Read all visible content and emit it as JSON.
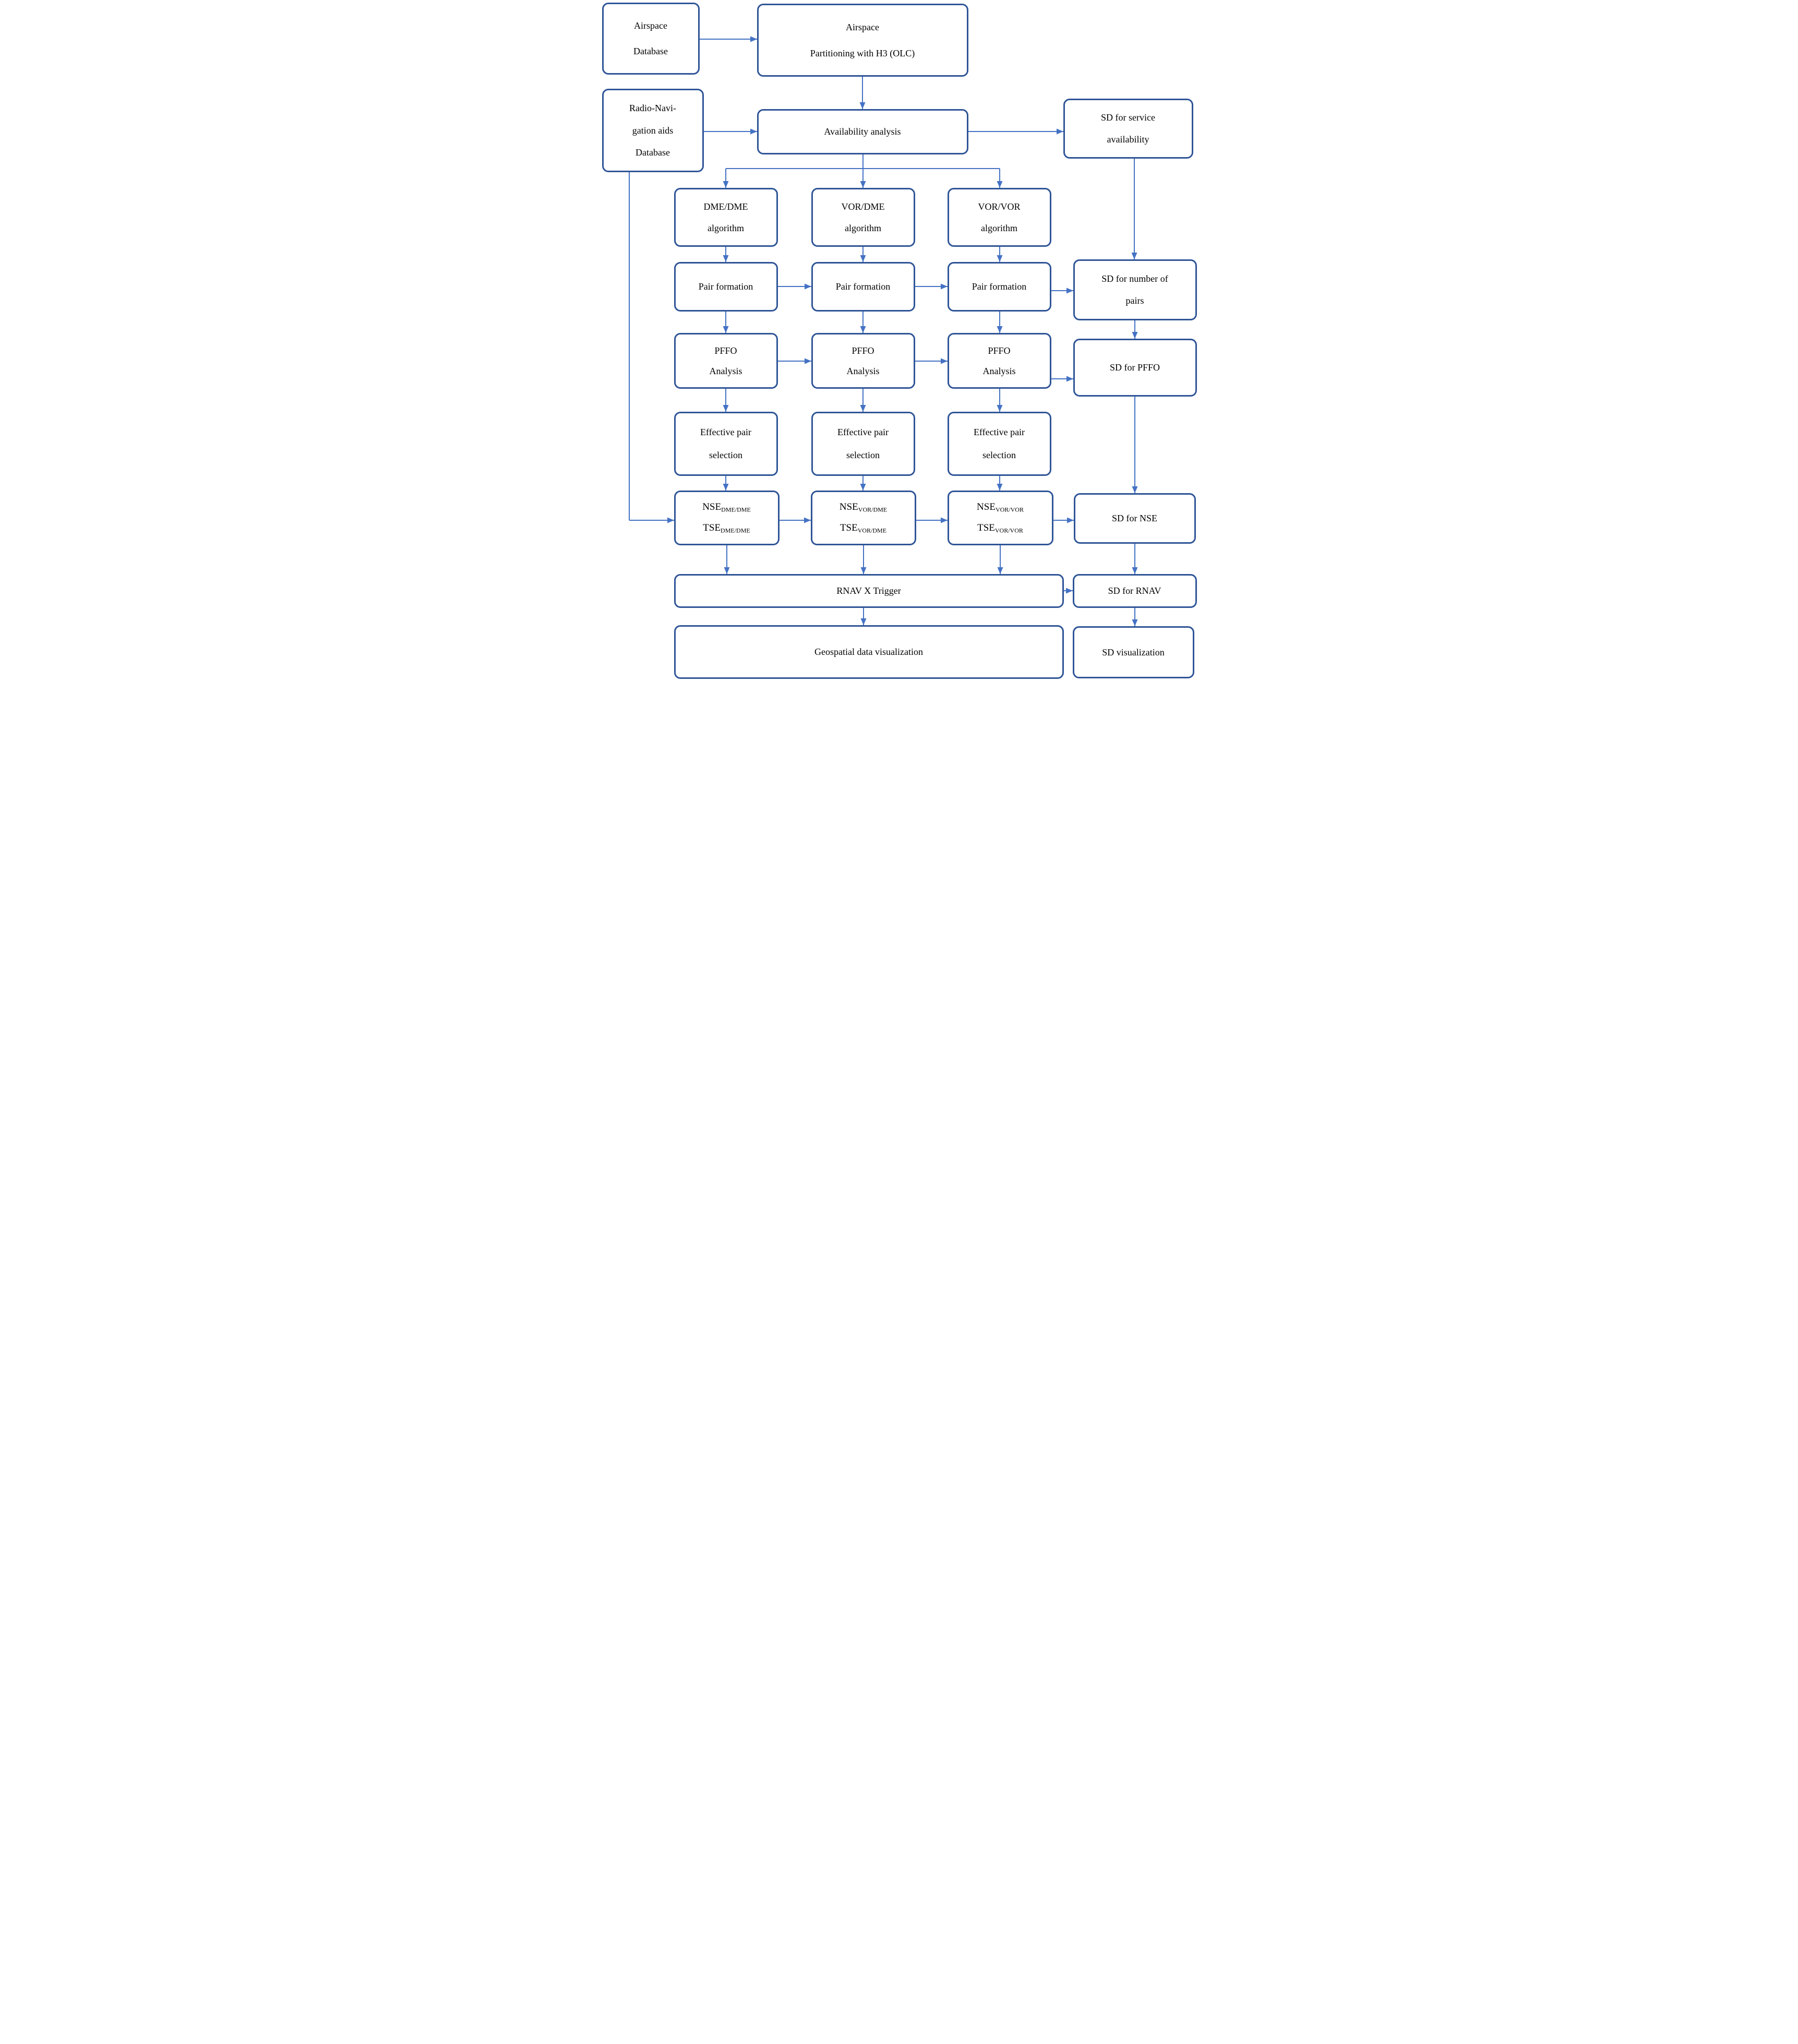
{
  "figure": {
    "type": "flowchart",
    "description": "Processing pipeline flow diagram with radio-navigation algorithm branches and SD output column"
  },
  "colors": {
    "box_border": "#2f5597",
    "arrow": "#4472c4",
    "text": "#000000",
    "background": "#ffffff"
  },
  "nodes": {
    "airspace_db": {
      "lines": [
        "Airspace",
        "Database"
      ]
    },
    "partitioning": {
      "lines": [
        "Airspace",
        "Partitioning with H3 (OLC)"
      ]
    },
    "radionav_db": {
      "lines": [
        "Radio-Navi-",
        "gation aids",
        "Database"
      ]
    },
    "availability": {
      "lines": [
        "Availability analysis"
      ]
    },
    "sd_service": {
      "lines": [
        "SD for service",
        "availability"
      ]
    },
    "dme_dme_alg": {
      "lines": [
        "DME/DME",
        "algorithm"
      ]
    },
    "vor_dme_alg": {
      "lines": [
        "VOR/DME",
        "algorithm"
      ]
    },
    "vor_vor_alg": {
      "lines": [
        "VOR/VOR",
        "algorithm"
      ]
    },
    "pair1": {
      "lines": [
        "Pair formation"
      ]
    },
    "pair2": {
      "lines": [
        "Pair formation"
      ]
    },
    "pair3": {
      "lines": [
        "Pair formation"
      ]
    },
    "sd_pairs": {
      "lines": [
        "SD for number of",
        "pairs"
      ]
    },
    "pffo1": {
      "lines": [
        "PFFO",
        "Analysis"
      ]
    },
    "pffo2": {
      "lines": [
        "PFFO",
        "Analysis"
      ]
    },
    "pffo3": {
      "lines": [
        "PFFO",
        "Analysis"
      ]
    },
    "sd_pffo": {
      "lines": [
        "SD for PFFO"
      ]
    },
    "eps1": {
      "lines": [
        "Effective pair",
        "selection"
      ]
    },
    "eps2": {
      "lines": [
        "Effective pair",
        "selection"
      ]
    },
    "eps3": {
      "lines": [
        "Effective pair",
        "selection"
      ]
    },
    "nse1": {
      "lines": [
        {
          "base": "NSE",
          "sub": "DME/DME"
        },
        {
          "base": "TSE",
          "sub": "DME/DME"
        }
      ]
    },
    "nse2": {
      "lines": [
        {
          "base": "NSE",
          "sub": "VOR/DME"
        },
        {
          "base": "TSE",
          "sub": "VOR/DME"
        }
      ]
    },
    "nse3": {
      "lines": [
        {
          "base": "NSE",
          "sub": "VOR/VOR"
        },
        {
          "base": "TSE",
          "sub": "VOR/VOR"
        }
      ]
    },
    "sd_nse": {
      "lines": [
        "SD for NSE"
      ]
    },
    "rnav": {
      "lines": [
        "RNAV X Trigger"
      ]
    },
    "sd_rnav": {
      "lines": [
        "SD for RNAV"
      ]
    },
    "geospatial": {
      "lines": [
        "Geospatial data visualization"
      ]
    },
    "sd_vis": {
      "lines": [
        "SD visualization"
      ]
    }
  }
}
